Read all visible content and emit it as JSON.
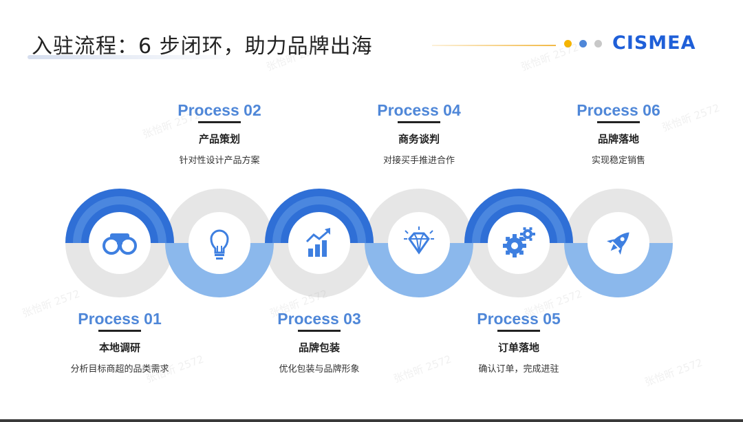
{
  "header": {
    "title": "入驻流程：6 步闭环，助力品牌出海",
    "logo": "CISMEA",
    "logo_color": "#1f5fd8",
    "dot_colors": [
      "#f5b400",
      "#4f87d8",
      "#c8c8c8"
    ]
  },
  "colors": {
    "dark_blue": "#2f6fd6",
    "mid_blue": "#4b87df",
    "light_blue": "#8bb8ec",
    "gray": "#e6e6e6",
    "icon_blue": "#3e7fe0"
  },
  "steps": [
    {
      "title": "Process  01",
      "name": "本地调研",
      "desc": "分析目标商超的品类需求",
      "icon": "binoculars-icon"
    },
    {
      "title": "Process 02",
      "name": "产品策划",
      "desc": "针对性设计产品方案",
      "icon": "lightbulb-icon"
    },
    {
      "title": "Process 03",
      "name": "品牌包装",
      "desc": "优化包装与品牌形象",
      "icon": "growth-chart-icon"
    },
    {
      "title": "Process 04",
      "name": "商务谈判",
      "desc": "对接买手推进合作",
      "icon": "diamond-icon"
    },
    {
      "title": "Process 05",
      "name": "订单落地",
      "desc": "确认订单，完成进驻",
      "icon": "gears-icon"
    },
    {
      "title": "Process 06",
      "name": "品牌落地",
      "desc": "实现稳定销售",
      "icon": "rocket-icon"
    }
  ],
  "watermark": "张怡昕 2572"
}
